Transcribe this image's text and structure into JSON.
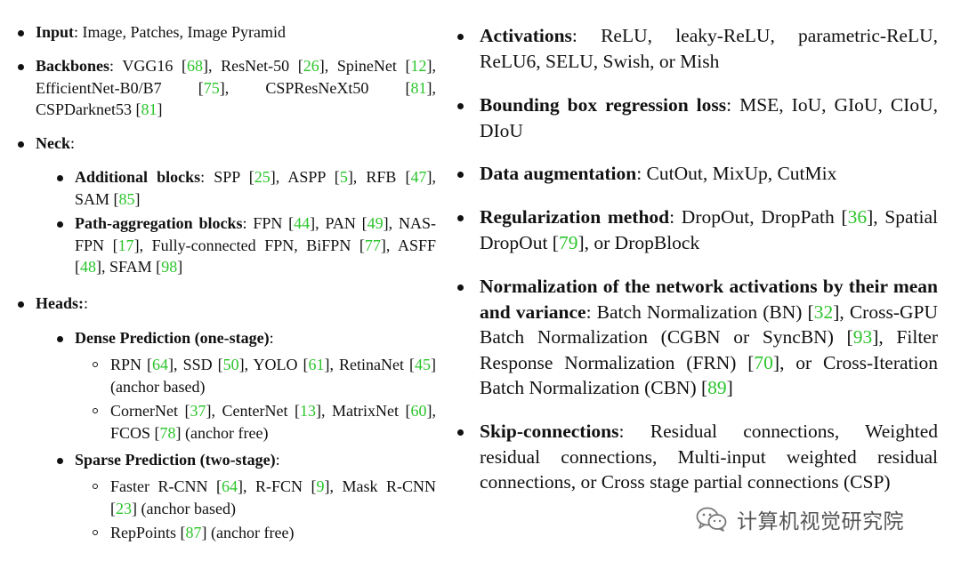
{
  "left": {
    "input": {
      "head": "Input",
      "rest": ": Image, Patches, Image Pyramid"
    },
    "backbones": {
      "head": "Backbones",
      "parts": [
        ": VGG16 [",
        "68",
        "], ResNet-50 [",
        "26",
        "], SpineNet [",
        "12",
        "], EfficientNet-B0/B7 [",
        "75",
        "], CSPResNeXt50 [",
        "81",
        "], CSPDarknet53 [",
        "81",
        "]"
      ]
    },
    "neck": {
      "head": "Neck",
      "rest": ":"
    },
    "additional_blocks": {
      "head": "Additional blocks",
      "parts": [
        ": SPP [",
        "25",
        "], ASPP [",
        "5",
        "], RFB [",
        "47",
        "], SAM [",
        "85",
        "]"
      ]
    },
    "path_aggregation": {
      "head": "Path-aggregation blocks",
      "parts": [
        ": FPN [",
        "44",
        "], PAN [",
        "49",
        "], NAS-FPN [",
        "17",
        "], Fully-connected FPN, BiFPN [",
        "77",
        "], ASFF [",
        "48",
        "], SFAM [",
        "98",
        "]"
      ]
    },
    "heads": {
      "head": "Heads:",
      "rest": ":"
    },
    "dense": {
      "head": "Dense Prediction (one-stage)",
      "rest": ":"
    },
    "dense_1": {
      "parts": [
        "RPN [",
        "64",
        "], SSD [",
        "50",
        "], YOLO [",
        "61",
        "], RetinaNet [",
        "45",
        "] (anchor based)"
      ]
    },
    "dense_2": {
      "parts": [
        "CornerNet [",
        "37",
        "], CenterNet [",
        "13",
        "], MatrixNet [",
        "60",
        "], FCOS [",
        "78",
        "] (anchor free)"
      ]
    },
    "sparse": {
      "head": "Sparse Prediction (two-stage)",
      "rest": ":"
    },
    "sparse_1": {
      "parts": [
        "Faster R-CNN [",
        "64",
        "], R-FCN [",
        "9",
        "], Mask R-CNN [",
        "23",
        "] (anchor based)"
      ]
    },
    "sparse_2": {
      "parts": [
        "RepPoints [",
        "87",
        "] (anchor free)"
      ]
    }
  },
  "right": {
    "activations": {
      "head": "Activations",
      "rest": ": ReLU, leaky-ReLU, parametric-ReLU, ReLU6, SELU, Swish, or Mish"
    },
    "bbox_loss": {
      "head": "Bounding box regression loss",
      "rest": ": MSE, IoU, GIoU, CIoU, DIoU"
    },
    "augmentation": {
      "head": "Data augmentation",
      "rest": ": CutOut, MixUp, CutMix"
    },
    "regularization": {
      "head": "Regularization method",
      "parts": [
        ": DropOut, DropPath [",
        "36",
        "], Spatial DropOut [",
        "79",
        "], or DropBlock"
      ]
    },
    "normalization": {
      "head": "Normalization of the network activations by their mean and variance",
      "parts": [
        ": Batch Normalization (BN) [",
        "32",
        "], Cross-GPU Batch Normalization (CGBN or SyncBN) [",
        "93",
        "], Filter Response Normalization (FRN) [",
        "70",
        "], or Cross-Iteration Batch Normalization (CBN) [",
        "89",
        "]"
      ]
    },
    "skip": {
      "head": "Skip-connections",
      "rest": ": Residual connections, Weighted residual connections, Multi-input weighted residual connections, or Cross stage partial connections (CSP)"
    }
  },
  "watermark": {
    "text": "计算机视觉研究院"
  },
  "colors": {
    "reference": "#2bc52b",
    "text": "#111111"
  }
}
